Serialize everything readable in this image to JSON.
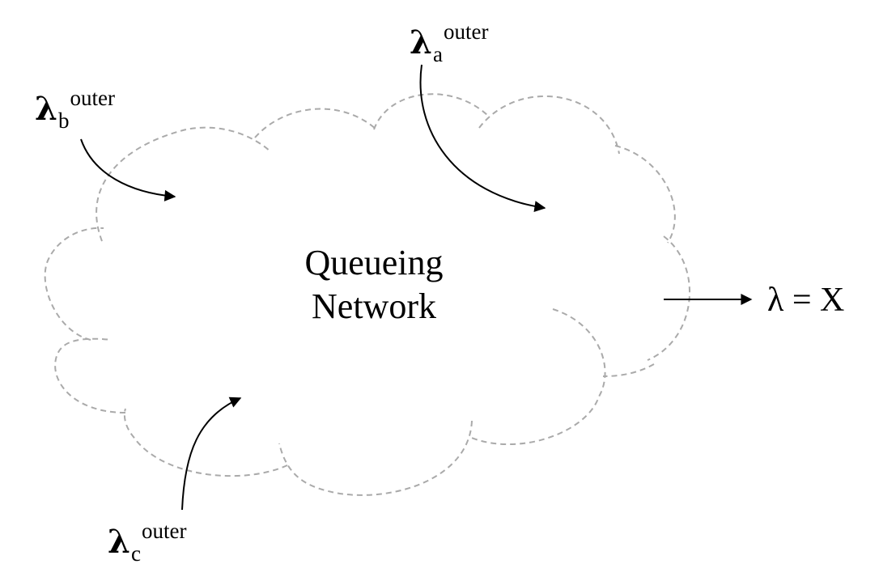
{
  "cloud": {
    "title_line1": "Queueing",
    "title_line2": "Network",
    "stroke_color": "#aaaaaa"
  },
  "inputs": [
    {
      "id": "a",
      "lambda": "λ",
      "subscript": "a",
      "superscript": "outer"
    },
    {
      "id": "b",
      "lambda": "λ",
      "subscript": "b",
      "superscript": "outer"
    },
    {
      "id": "c",
      "lambda": "λ",
      "subscript": "c",
      "superscript": "outer"
    }
  ],
  "output": {
    "label": "λ = X"
  },
  "colors": {
    "arrow": "#000000",
    "text": "#000000"
  }
}
